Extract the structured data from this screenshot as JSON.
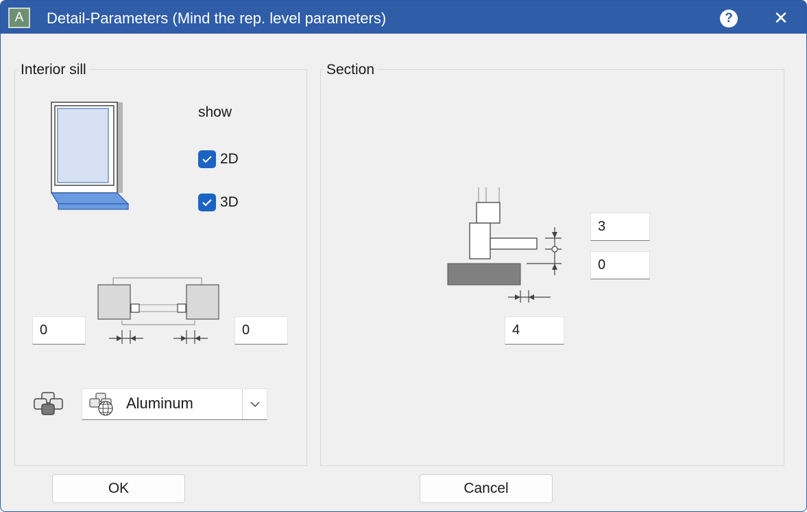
{
  "window": {
    "app_icon_text": "A",
    "title": "Detail-Parameters (Mind the rep. level parameters)",
    "help_label": "?",
    "close_label": "✕"
  },
  "interior_sill": {
    "group_label": "Interior sill",
    "show_label": "show",
    "check_2d": {
      "label": "2D",
      "checked": true
    },
    "check_3d": {
      "label": "3D",
      "checked": true
    },
    "left_offset": "0",
    "right_offset": "0",
    "material": {
      "value": "Aluminum",
      "icon": "material-globe-icon"
    }
  },
  "section": {
    "group_label": "Section",
    "upper_value": "3",
    "lower_value": "0",
    "depth_value": "4"
  },
  "buttons": {
    "ok": "OK",
    "cancel": "Cancel"
  },
  "colors": {
    "titlebar": "#2f5da8",
    "checkbox": "#1c64c4",
    "sill_blue": "#6a9be0",
    "glass": "#d6e2f4"
  }
}
